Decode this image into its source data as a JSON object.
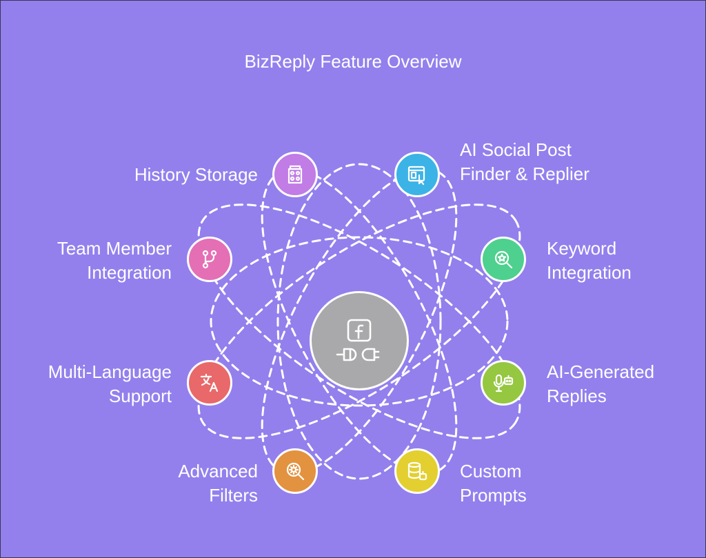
{
  "title": "BizReply Feature Overview",
  "features": [
    {
      "lines": [
        "History Storage"
      ],
      "icon": "archive-icon",
      "color": "#c17ce6"
    },
    {
      "lines": [
        "AI Social Post",
        "Finder & Replier"
      ],
      "icon": "browser-cursor-icon",
      "color": "#3bb3e6"
    },
    {
      "lines": [
        "Team Member",
        "Integration"
      ],
      "icon": "git-branch-icon",
      "color": "#e46fb5"
    },
    {
      "lines": [
        "Keyword",
        "Integration"
      ],
      "icon": "keyword-star-search-icon",
      "color": "#4ed08e"
    },
    {
      "lines": [
        "Multi-Language",
        "Support"
      ],
      "icon": "translate-icon",
      "color": "#e9686a"
    },
    {
      "lines": [
        "AI-Generated",
        "Replies"
      ],
      "icon": "microphone-bot-icon",
      "color": "#95c740"
    },
    {
      "lines": [
        "Advanced",
        "Filters"
      ],
      "icon": "filter-search-icon",
      "color": "#e3923f"
    },
    {
      "lines": [
        "Custom",
        "Prompts"
      ],
      "icon": "database-bot-icon",
      "color": "#e3cf2f"
    }
  ],
  "hub": {
    "icon": "facebook-plug-icon",
    "color": "#a9a9ab"
  }
}
